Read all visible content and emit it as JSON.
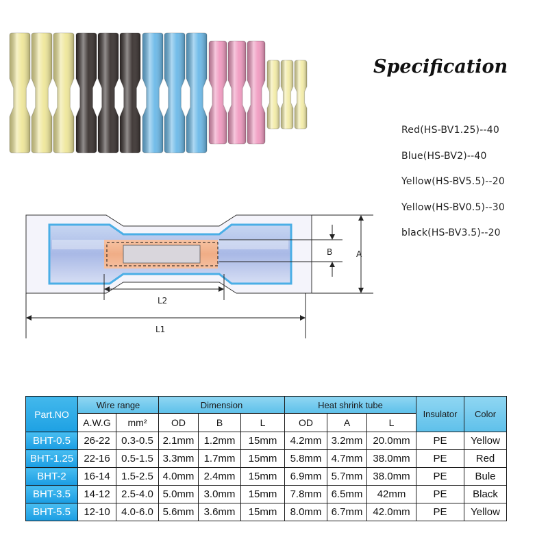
{
  "spec": {
    "title": "Specification",
    "items": [
      "Red(HS-BV1.25)--40",
      "Blue(HS-BV2)--40",
      "Yellow(HS-BV5.5)--20",
      "Yellow(HS-BV0.5)--30",
      "black(HS-BV3.5)--20"
    ]
  },
  "photo": {
    "groups": [
      {
        "count": 3,
        "color": "#efe79a",
        "size": "large"
      },
      {
        "count": 3,
        "color": "#3a3230",
        "size": "large"
      },
      {
        "count": 3,
        "color": "#6bb9e8",
        "size": "large"
      },
      {
        "count": 3,
        "color": "#f09ac0",
        "size": "medium"
      },
      {
        "count": 3,
        "color": "#f3eca8",
        "size": "small"
      }
    ]
  },
  "diagram": {
    "labels": {
      "b": "B",
      "a": "A",
      "l2": "L2",
      "l1": "L1"
    },
    "colors": {
      "tube": "#4aaee6",
      "core": "#f2b28f",
      "line": "#222222"
    }
  },
  "table": {
    "headers": {
      "part_no": "Part.NO",
      "wire_range": "Wire range",
      "dimension": "Dimension",
      "heat_shrink": "Heat shrink tube",
      "insulator": "Insulator",
      "color": "Color",
      "awg": "A.W.G",
      "mm2": "mm²",
      "od": "OD",
      "b": "B",
      "l": "L",
      "hs_od": "OD",
      "hs_a": "A",
      "hs_l": "L"
    },
    "rows": [
      {
        "part": "BHT-0.5",
        "awg": "26-22",
        "mm2": "0.3-0.5",
        "od": "2.1mm",
        "b": "1.2mm",
        "l": "15mm",
        "hs_od": "4.2mm",
        "hs_a": "3.2mm",
        "hs_l": "20.0mm",
        "insulator": "PE",
        "color": "Yellow"
      },
      {
        "part": "BHT-1.25",
        "awg": "22-16",
        "mm2": "0.5-1.5",
        "od": "3.3mm",
        "b": "1.7mm",
        "l": "15mm",
        "hs_od": "5.8mm",
        "hs_a": "4.7mm",
        "hs_l": "38.0mm",
        "insulator": "PE",
        "color": "Red"
      },
      {
        "part": "BHT-2",
        "awg": "16-14",
        "mm2": "1.5-2.5",
        "od": "4.0mm",
        "b": "2.4mm",
        "l": "15mm",
        "hs_od": "6.9mm",
        "hs_a": "5.7mm",
        "hs_l": "38.0mm",
        "insulator": "PE",
        "color": "Bule"
      },
      {
        "part": "BHT-3.5",
        "awg": "14-12",
        "mm2": "2.5-4.0",
        "od": "5.0mm",
        "b": "3.0mm",
        "l": "15mm",
        "hs_od": "7.8mm",
        "hs_a": "6.5mm",
        "hs_l": "42mm",
        "insulator": "PE",
        "color": "Black"
      },
      {
        "part": "BHT-5.5",
        "awg": "12-10",
        "mm2": "4.0-6.0",
        "od": "5.6mm",
        "b": "3.6mm",
        "l": "15mm",
        "hs_od": "8.0mm",
        "hs_a": "6.7mm",
        "hs_l": "42.0mm",
        "insulator": "PE",
        "color": "Yellow"
      }
    ]
  }
}
